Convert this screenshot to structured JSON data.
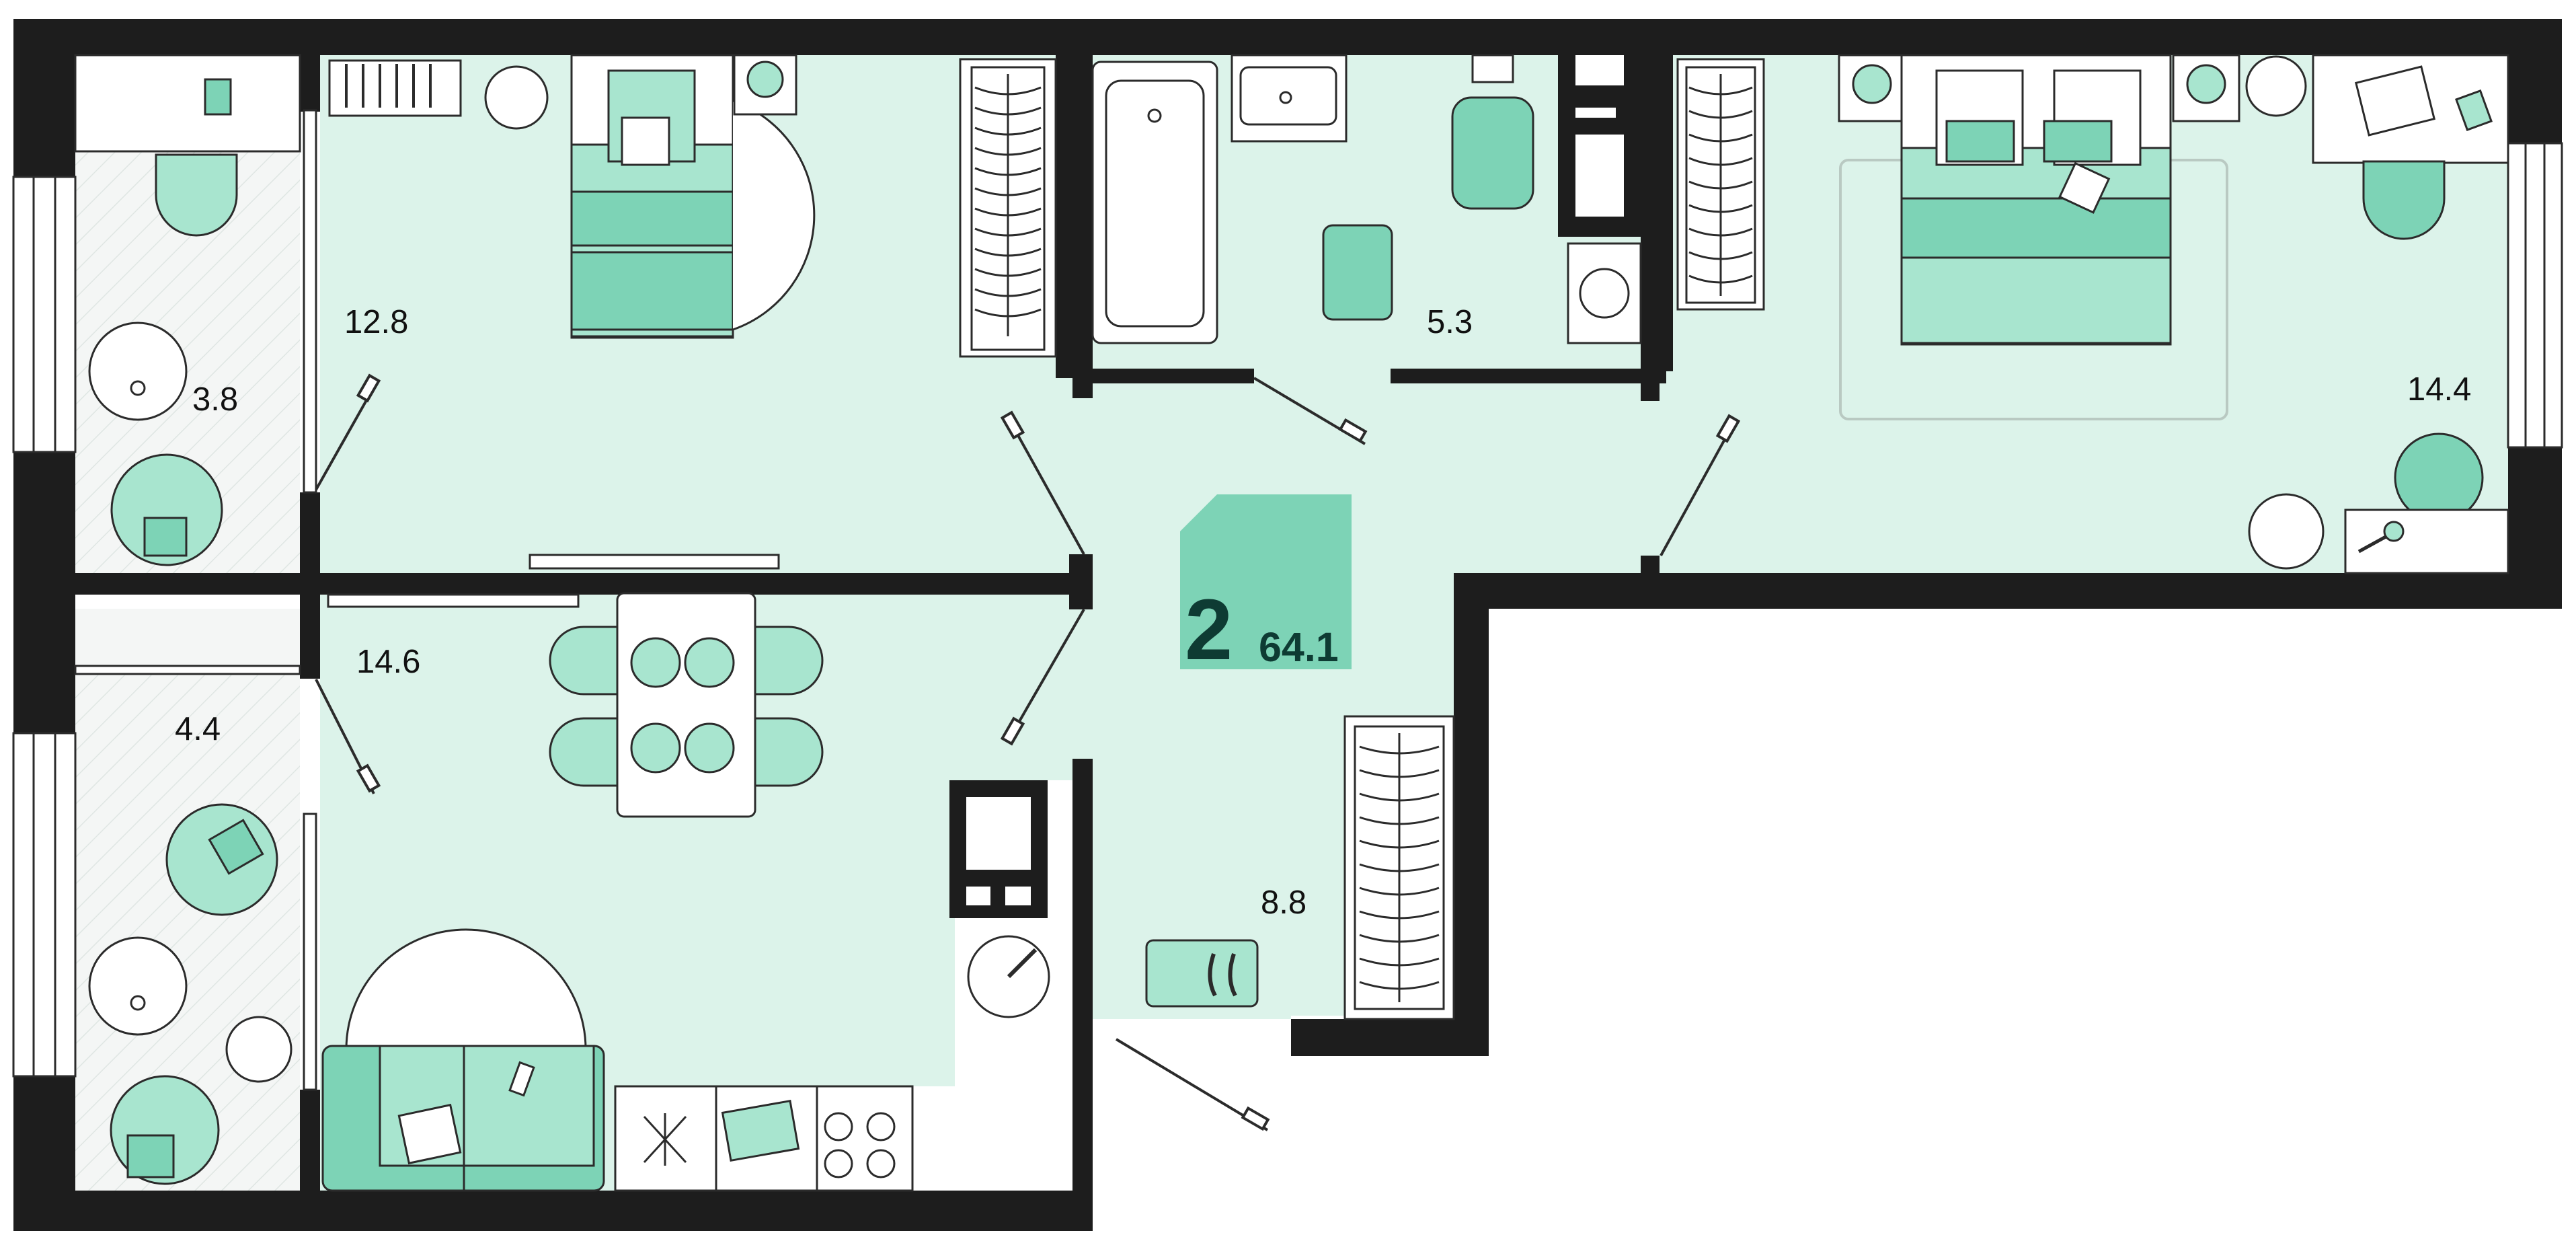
{
  "plan": {
    "summary": {
      "rooms": "2",
      "total_area": "64.1"
    },
    "rooms": [
      {
        "key": "loggia_top",
        "area": "3.8"
      },
      {
        "key": "loggia_bottom",
        "area": "4.4"
      },
      {
        "key": "kids_bedroom",
        "area": "12.8"
      },
      {
        "key": "bathroom",
        "area": "5.3"
      },
      {
        "key": "master_bedroom",
        "area": "14.4"
      },
      {
        "key": "kitchen_living",
        "area": "14.6"
      },
      {
        "key": "hallway",
        "area": "8.8"
      }
    ]
  },
  "colors": {
    "wall": "#1d1d1d",
    "floor": "#dcf3ea",
    "loggia_floor": "#eef2f0",
    "furniture_dark": "#7dd3b6",
    "furniture_light": "#a8e5cf",
    "badge": "#7dd3b6",
    "badge_text": "#0e3b33",
    "line": "#2b2b2b"
  }
}
